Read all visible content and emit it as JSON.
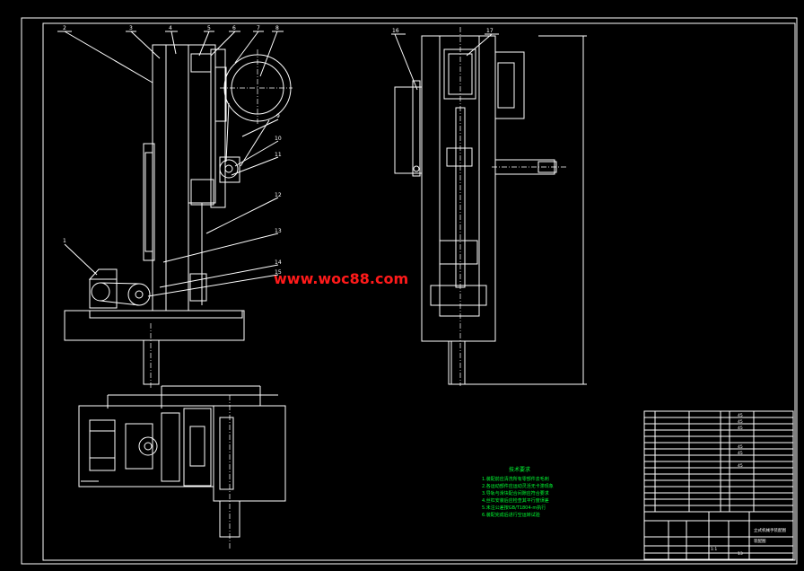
{
  "watermark": "www.woc88.com",
  "part_numbers": [
    "1",
    "2",
    "3",
    "4",
    "5",
    "6",
    "7",
    "8",
    "9",
    "10",
    "11",
    "12",
    "13",
    "14",
    "15",
    "16",
    "17"
  ],
  "side_view_callouts": [
    "16",
    "17"
  ],
  "technical_requirements": {
    "title": "技术要求",
    "lines": [
      "1.装配前应清洗所有零部件去毛刺",
      "2.各运动部件应运动灵活无卡滞现象",
      "3.导轨与滑块配合间隙应符合要求",
      "4.丝杠安装后应检查其平行度误差",
      "5.未注公差按GB/T1804-m执行",
      "6.装配完成后进行空运转试验"
    ]
  },
  "title_block": {
    "title": "立式机械手装配图",
    "subtitle": "装配图",
    "sheet": "1:1",
    "numbers": [
      "45",
      "45",
      "45",
      "45",
      "45",
      "45",
      "13"
    ]
  }
}
